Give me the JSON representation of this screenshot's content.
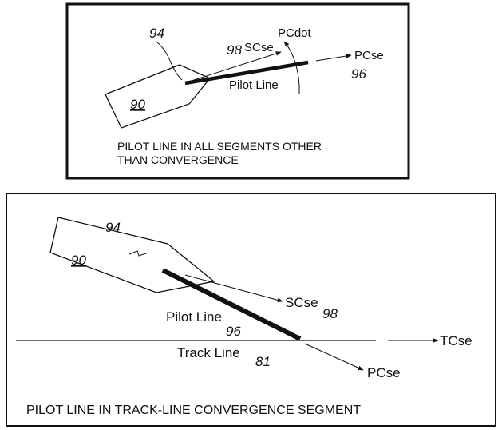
{
  "top_panel": {
    "labels": {
      "ref_94": "94",
      "ref_98": "98",
      "scse": "SCse",
      "pcdot": "PCdot",
      "pcse": "PCse",
      "ref_96": "96",
      "pilot_line": "Pilot Line",
      "ref_90": "90"
    },
    "caption_line1": "PILOT LINE  IN ALL SEGMENTS OTHER",
    "caption_line2": "THAN CONVERGENCE"
  },
  "bottom_panel": {
    "labels": {
      "ref_94": "94",
      "ref_90": "90",
      "scse": "SCse",
      "ref_98": "98",
      "pilot_line": "Pilot Line",
      "ref_96": "96",
      "track_line": "Track Line",
      "ref_81": "81",
      "tcse": "TCse",
      "pcse": "PCse"
    },
    "caption": "PILOT LINE IN TRACK-LINE CONVERGENCE SEGMENT"
  },
  "colors": {
    "stroke": "#111111",
    "background": "#ffffff"
  }
}
